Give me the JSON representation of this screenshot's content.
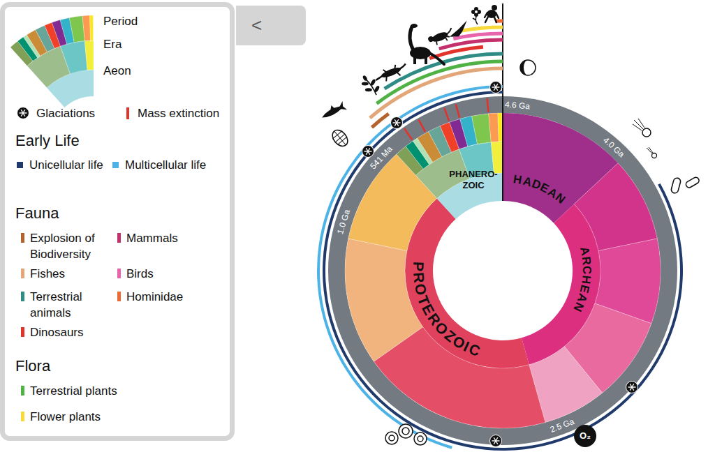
{
  "diagram": {
    "nodes": [
      {
        "text": [
          "<"
        ]
      },
      {
        "text": [
          "HADEAN"
        ]
      },
      {
        "text": [
          "ARCHEAN"
        ]
      },
      {
        "text": [
          "PROTEROZOIC"
        ]
      },
      {
        "text": [
          "PHANERO- ZOIC"
        ]
      }
    ],
    "labels": [
      "Early Life",
      "Fauna",
      "Flora",
      "4.6 Ga",
      "4.0 Ga",
      "2.5 Ga",
      "1.0 Ga",
      "541 Ma",
      "O₂"
    ],
    "legend": [
      {
        "text": "Period"
      },
      {
        "text": "Era"
      },
      {
        "text": "Aeon"
      },
      {
        "text": "Glaciations"
      },
      {
        "text": "Mass extinction"
      },
      {
        "text": "Unicellular life",
        "color": "#1f3a6b"
      },
      {
        "text": "Multicellular life",
        "color": "#4db3e6"
      },
      {
        "text": "Explosion of Biodiversity",
        "color": "#b4622e"
      },
      {
        "text": "Mammals",
        "color": "#c4306c"
      },
      {
        "text": "Fishes",
        "color": "#e3a678"
      },
      {
        "text": "Birds",
        "color": "#e864ac"
      },
      {
        "text": "Terrestrial animals",
        "color": "#2f8c84"
      },
      {
        "text": "Hominidae",
        "color": "#ec6a34"
      },
      {
        "text": "Dinosaurs",
        "color": "#e2322c"
      },
      {
        "text": "Terrestrial plants",
        "color": "#4fb244"
      },
      {
        "text": "Flower plants",
        "color": "#f7da3a"
      }
    ]
  }
}
